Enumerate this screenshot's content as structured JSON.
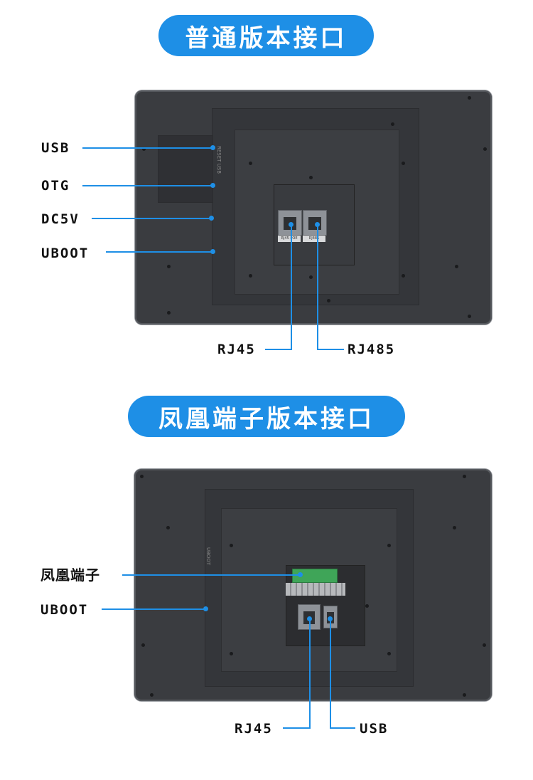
{
  "section1": {
    "title": "普通版本接口",
    "labels": {
      "usb": "USB",
      "otg": "OTG",
      "dc5v": "DC5V",
      "uboot": "UBOOT",
      "rj45": "RJ45",
      "rj485": "RJ485"
    },
    "port_tags": {
      "rj45_poe": "RJ45 POE",
      "rj485": "RJ485"
    },
    "side_text": "RESET USB"
  },
  "section2": {
    "title": "凤凰端子版本接口",
    "labels": {
      "phoenix": "凤凰端子",
      "uboot": "UBOOT",
      "rj45": "RJ45",
      "usb": "USB"
    },
    "side_text": "UBOOT"
  },
  "colors": {
    "accent": "#1e8fe6",
    "device": "#3a3c40",
    "terminal": "#3fa558"
  }
}
